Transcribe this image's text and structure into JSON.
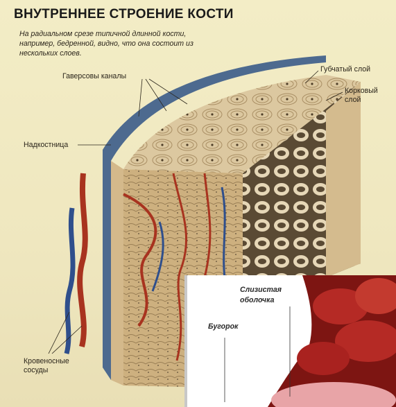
{
  "title": "ВНУТРЕННЕЕ СТРОЕНИЕ КОСТИ",
  "description": "На радиальном срезе типичной длинной кости, например, бедренной, видно, что она состоит из нескольких слоев.",
  "labels": {
    "haversian": "Гаверсовы каналы",
    "spongy": "Губчатый слой",
    "cortical": "Корковый слой",
    "periosteum": "Надкостница",
    "vessels": "Кровеносные сосуды"
  },
  "inset": {
    "mucosa": "Слизистая оболочка",
    "tubercle": "Бугорок"
  },
  "colors": {
    "background": "#efe7bf",
    "bone": "#d9c39a",
    "artery": "#a8331f",
    "vein": "#2f4f8c",
    "periosteum": "#4d6a8f",
    "inset_tissue": "#b52a25"
  }
}
